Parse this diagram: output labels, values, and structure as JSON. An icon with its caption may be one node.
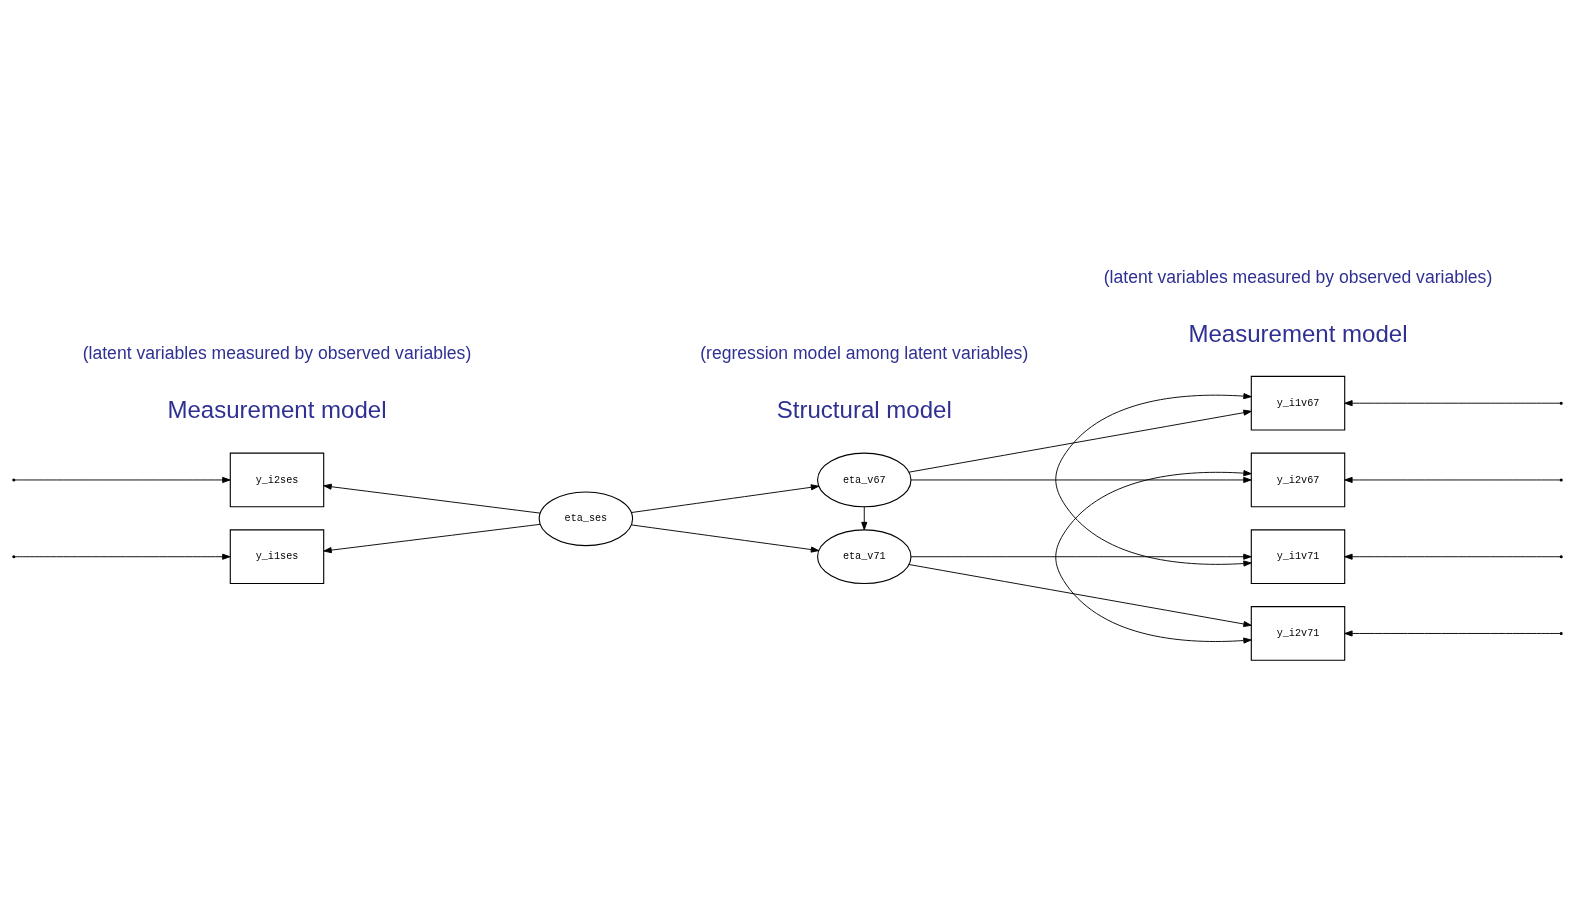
{
  "diagram": {
    "nodes": [
      {
        "text": [
          "y_i1ses"
        ]
      },
      {
        "text": [
          "y_i2ses"
        ]
      },
      {
        "text": [
          "eta_ses"
        ]
      },
      {
        "text": [
          "eta_v67"
        ]
      },
      {
        "text": [
          "eta_v71"
        ]
      },
      {
        "text": [
          "y_i1v67"
        ]
      },
      {
        "text": [
          "y_i2v67"
        ]
      },
      {
        "text": [
          "y_i1v71"
        ]
      },
      {
        "text": [
          "y_i2v71"
        ]
      }
    ],
    "edges": [
      {
        "from": 2,
        "to": 0,
        "arrow": "to"
      },
      {
        "from": 2,
        "to": 1,
        "arrow": "to"
      },
      {
        "from": 2,
        "to": 3,
        "arrow": "to"
      },
      {
        "from": 2,
        "to": 4,
        "arrow": "to"
      },
      {
        "from": 3,
        "to": 4,
        "arrow": "to"
      },
      {
        "from": 3,
        "to": 5,
        "arrow": "to"
      },
      {
        "from": 3,
        "to": 6,
        "arrow": "to"
      },
      {
        "from": 4,
        "to": 7,
        "arrow": "to"
      },
      {
        "from": 4,
        "to": 8,
        "arrow": "to"
      },
      {
        "from": null,
        "to": 0,
        "arrow": "to"
      },
      {
        "from": null,
        "to": 1,
        "arrow": "to"
      },
      {
        "from": null,
        "to": 5,
        "arrow": "to"
      },
      {
        "from": null,
        "to": 6,
        "arrow": "to"
      },
      {
        "from": null,
        "to": 7,
        "arrow": "to"
      },
      {
        "from": null,
        "to": 8,
        "arrow": "to"
      },
      {
        "from": 5,
        "to": 7,
        "arrow": "both"
      },
      {
        "from": 6,
        "to": 8,
        "arrow": "both"
      }
    ],
    "labels": [
      "Measurement model",
      "(latent variables measured by observed variables)",
      "Structural model",
      "(regression model among latent variables)",
      "Measurement model",
      "(latent variables measured by observed variables)"
    ]
  }
}
